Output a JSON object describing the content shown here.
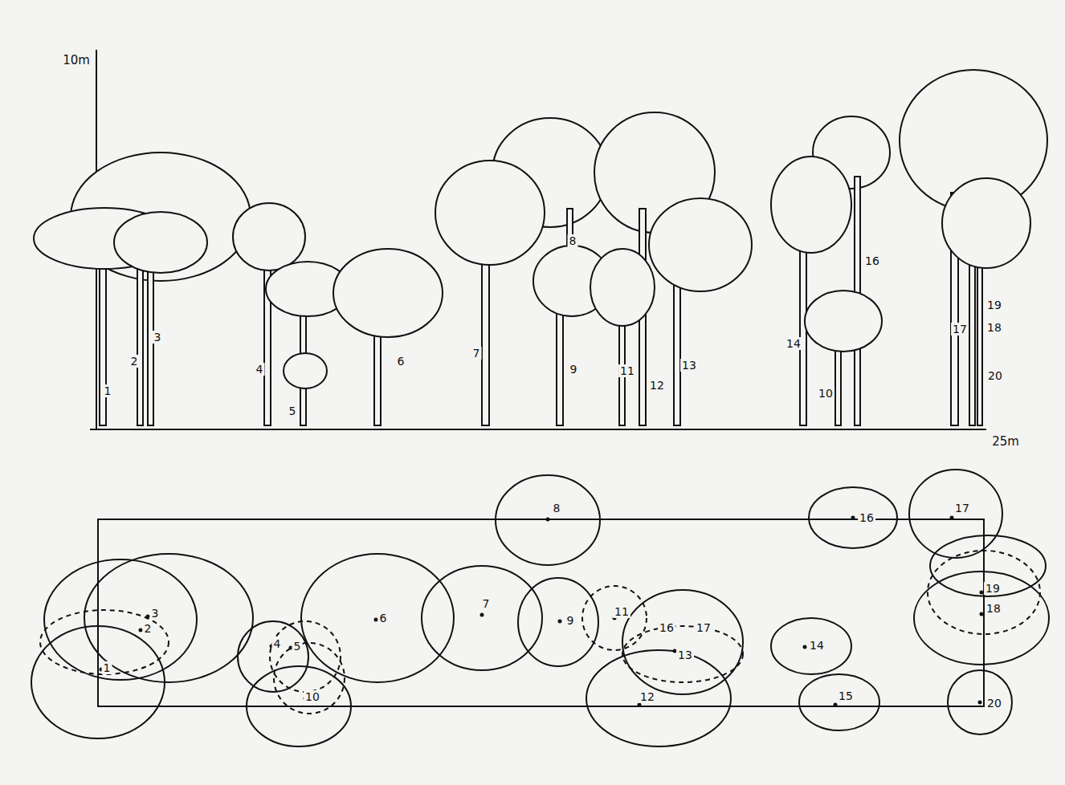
{
  "diagram": {
    "labels": [
      "10m",
      "1",
      "2",
      "3",
      "4",
      "5",
      "6",
      "7",
      "8",
      "9",
      "10",
      "11",
      "12",
      "13",
      "14",
      "16",
      "17",
      "18",
      "19",
      "20",
      "25m",
      "8",
      "16",
      "17",
      "3",
      "2",
      "19",
      "18",
      "7",
      "6",
      "9",
      "11",
      "16",
      "17",
      "4",
      "5",
      "13",
      "14",
      "1",
      "10",
      "12",
      "15",
      "20"
    ]
  }
}
